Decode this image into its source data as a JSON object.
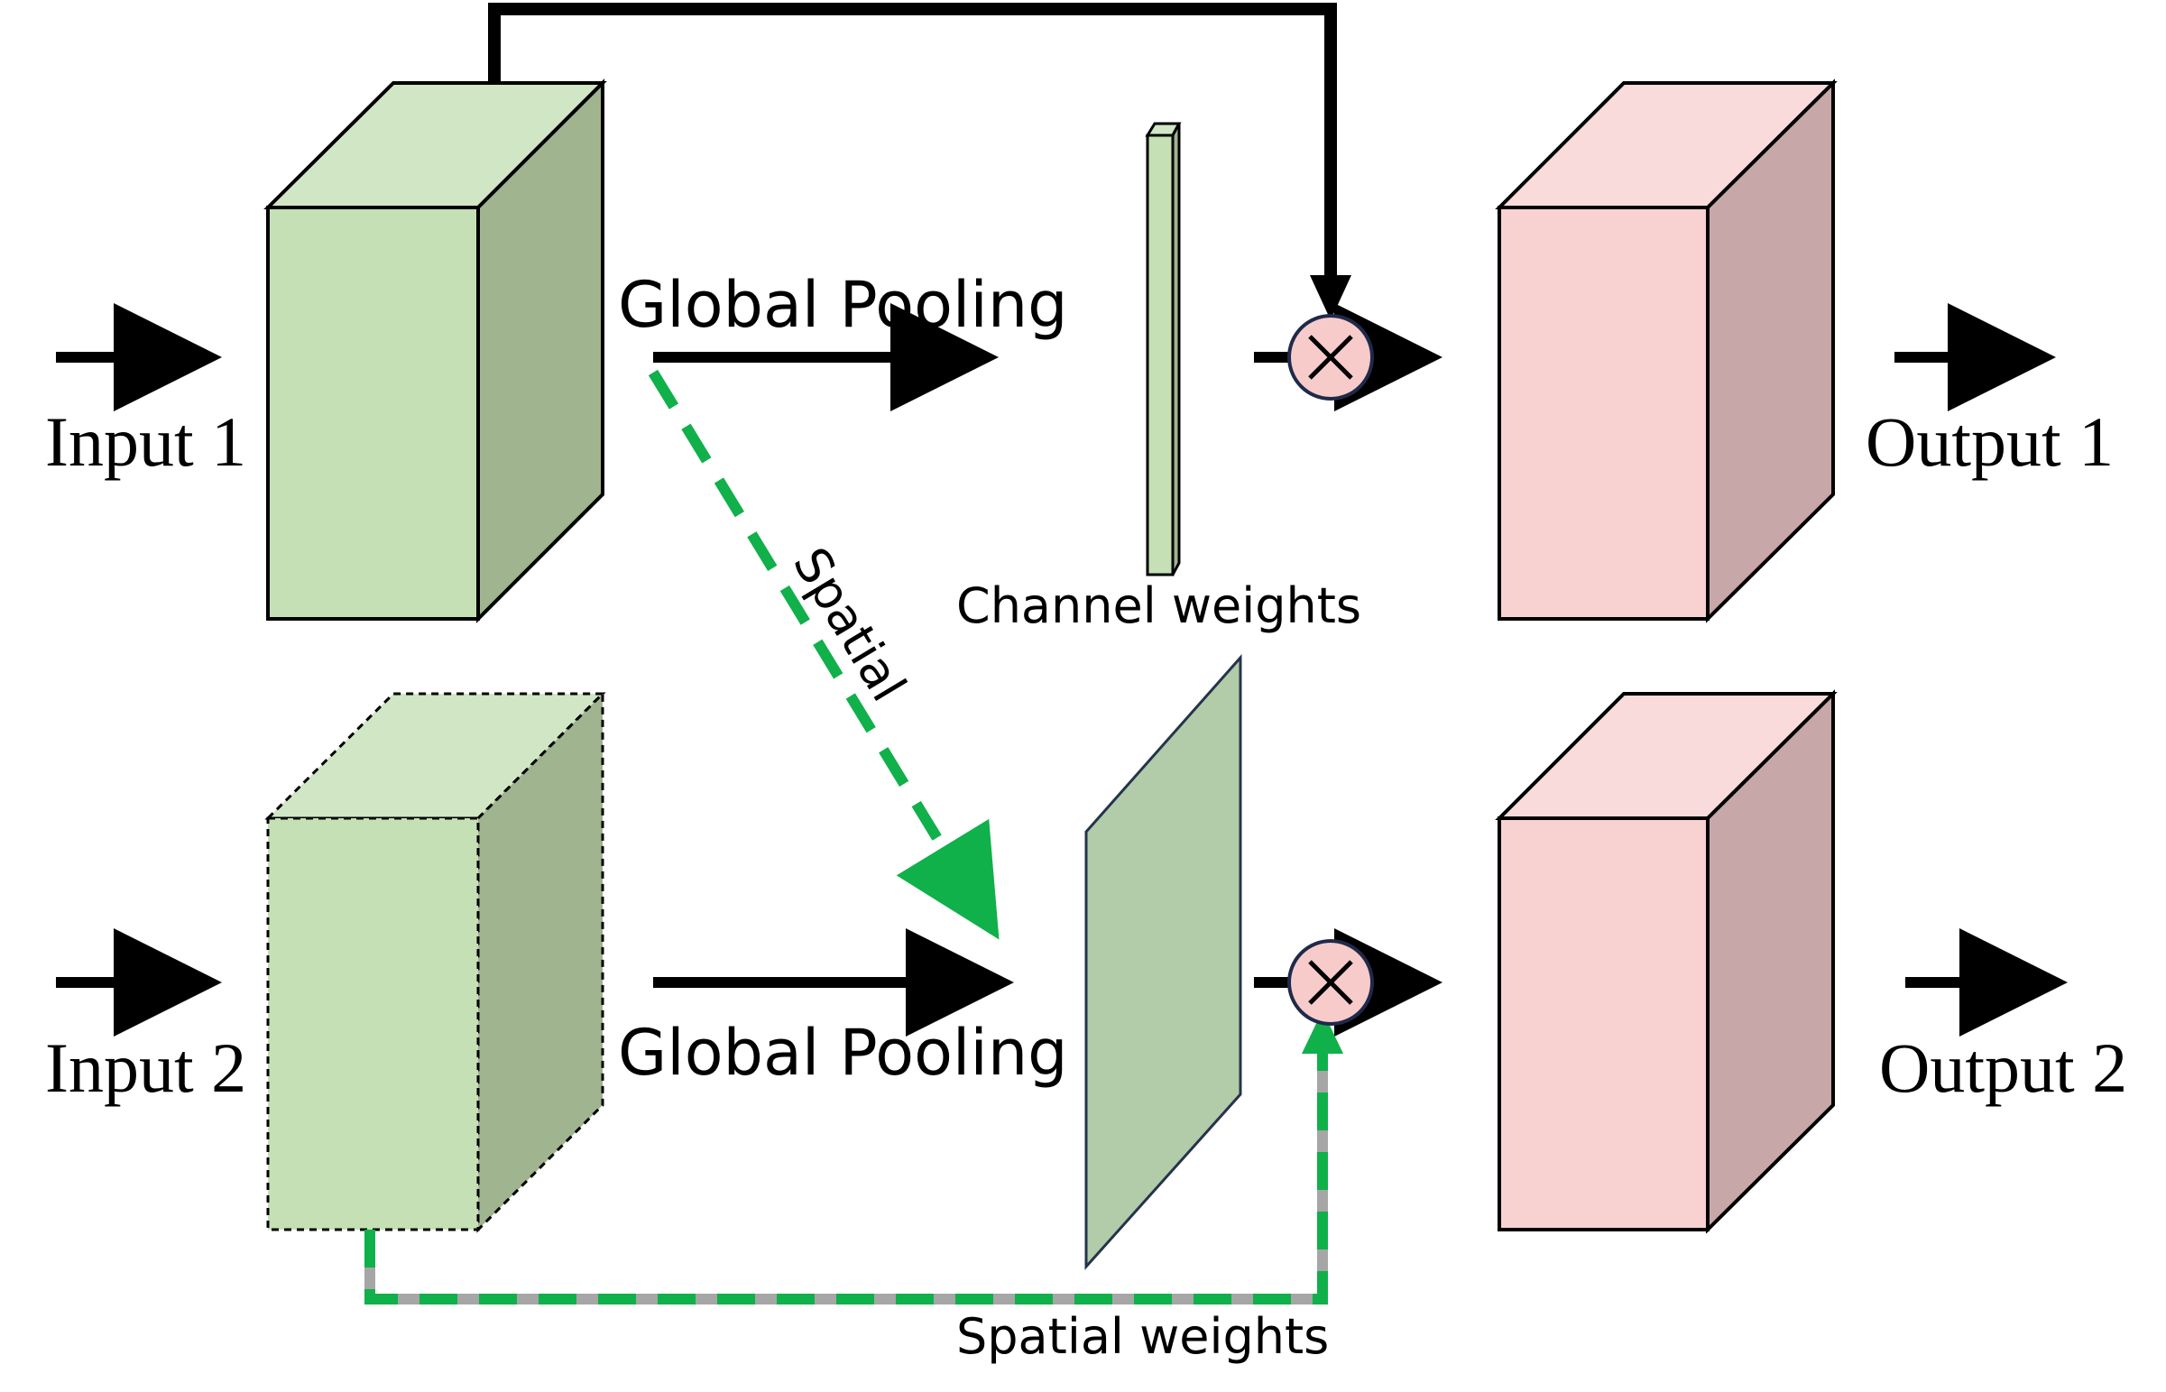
{
  "labels": {
    "input1": "Input 1",
    "input2": "Input 2",
    "output1": "Output 1",
    "output2": "Output 2",
    "global_pooling_top": "Global Pooling",
    "global_pooling_bottom": "Global Pooling",
    "channel_weights": "Channel weights",
    "spatial_weights": "Spatial weights",
    "spatial": "Spatial"
  },
  "colors": {
    "input_front": "#c5e0b4",
    "input_top": "#d0e6c5",
    "input_side": "#9fb48f",
    "output_front": "#f8d1d1",
    "output_top": "#f9dbdb",
    "output_side": "#c8a7a8",
    "multiply_fill": "#f8cbcb",
    "multiply_stroke": "#1f2a4a",
    "spatial_plane": "#b2cba8",
    "dashed_green": "#10b04a",
    "dashed_gray": "#a6a6a6",
    "arrow": "#000000"
  },
  "symbols": {
    "multiply": "multiply-icon"
  }
}
